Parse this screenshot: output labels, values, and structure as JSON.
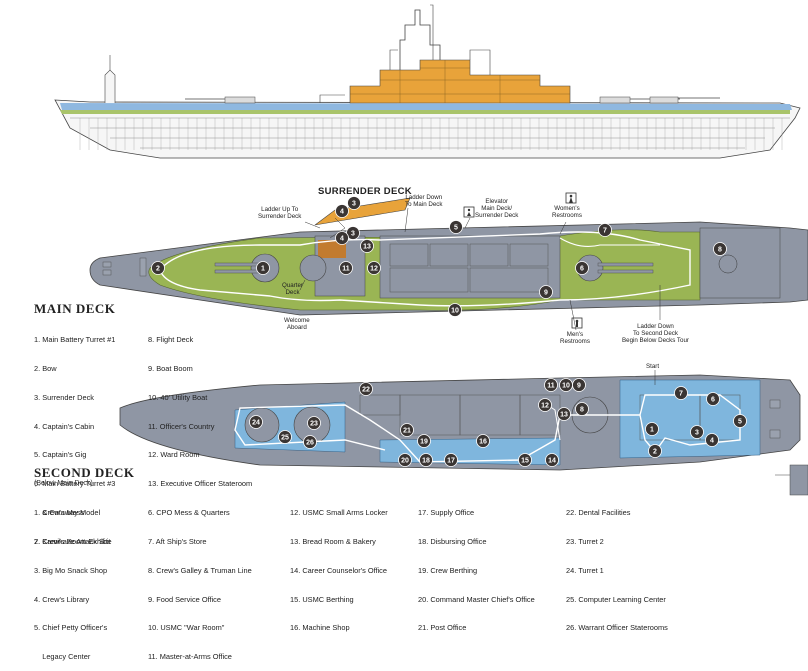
{
  "colors": {
    "hull_grey": "#8f96a4",
    "deck_green": "#9ab554",
    "second_deck_blue": "#7fb6dd",
    "highlight_orange": "#e8a33a",
    "marker_dark": "#3a3533",
    "path_white": "#ffffff"
  },
  "icons": [
    "battleship-profile",
    "restroom-women-icon",
    "restroom-men-icon",
    "elevator-icon",
    "numbered-marker"
  ],
  "surrender_deck_label": "SURRENDER DECK",
  "callouts": {
    "ladder_up": "Ladder Up To\nSurrender Deck",
    "ladder_down_main": "Ladder Down\nTo Main Deck",
    "elevator": "Elevator\nMain Deck/\nSurrender Deck",
    "womens": "Women's\nRestrooms",
    "mens": "Men's\nRestrooms",
    "quarter_deck": "Quarter\nDeck",
    "welcome": "Welcome\nAboard",
    "ladder_down_second": "Ladder Down\nTo Second Deck\nBegin Below Decks Tour",
    "start": "Start"
  },
  "main_deck": {
    "title": "MAIN DECK",
    "legend_col1": [
      "1. Main Battery Turret #1",
      "2. Bow",
      "3. Surrender Deck",
      "4. Captain's Cabin",
      "5. Captain's Gig",
      "6. Main Battery Turret #3",
      "    & Cutaway Model",
      "7. Kamikaze Attack Site"
    ],
    "legend_col2": [
      "8. Flight Deck",
      "9. Boat Boom",
      "10. 40' Utility Boat",
      "11. Officer's Country",
      "12. Ward Room",
      "13. Executive Officer Stateroom"
    ],
    "markers": [
      "1",
      "2",
      "3",
      "4",
      "5",
      "6",
      "7",
      "8",
      "9",
      "10",
      "11",
      "12",
      "13",
      "3",
      "4"
    ]
  },
  "second_deck": {
    "title": "SECOND DECK",
    "subtitle": "(Below Main Deck)",
    "legend_col1": [
      "1. Crew's Mess",
      "2. Crew's Room Exhibit",
      "3. Big Mo Snack Shop",
      "4. Crew's Library",
      "5. Chief Petty Officer's",
      "    Legacy Center"
    ],
    "legend_col2": [
      "6. CPO Mess & Quarters",
      "7. Aft Ship's Store",
      "8. Crew's Galley & Truman Line",
      "9. Food Service Office",
      "10. USMC \"War Room\"",
      "11. Master-at-Arms Office"
    ],
    "legend_col3": [
      "12. USMC Small Arms Locker",
      "13. Bread Room & Bakery",
      "14. Career Counselor's Office",
      "15. USMC Berthing",
      "16. Machine Shop"
    ],
    "legend_col4": [
      "17. Supply Office",
      "18. Disbursing Office",
      "19. Crew Berthing",
      "20. Command Master Chief's Office",
      "21. Post Office"
    ],
    "legend_col5": [
      "22. Dental Facilities",
      "23. Turret 2",
      "24. Turret 1",
      "25. Computer Learning Center",
      "26. Warrant Officer Staterooms"
    ],
    "markers": [
      "1",
      "2",
      "3",
      "4",
      "5",
      "6",
      "7",
      "8",
      "9",
      "10",
      "11",
      "12",
      "13",
      "14",
      "15",
      "16",
      "17",
      "18",
      "19",
      "20",
      "21",
      "22",
      "23",
      "24",
      "25",
      "26"
    ]
  }
}
